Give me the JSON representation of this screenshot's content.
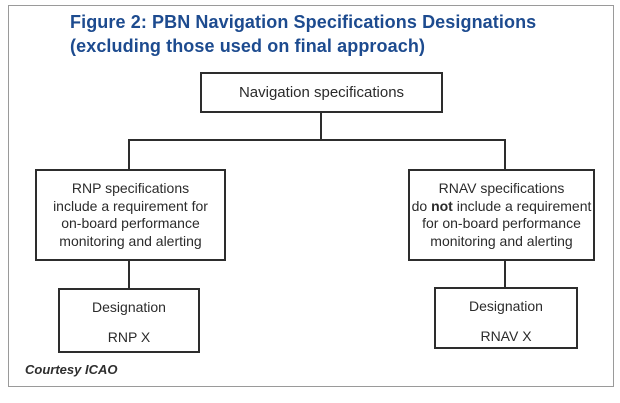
{
  "figure": {
    "title_line1": "Figure 2: PBN Navigation Specifications Designations",
    "title_line2": "(excluding those used on final approach)",
    "credit": "Courtesy ICAO"
  },
  "flowchart": {
    "root": {
      "label": "Navigation specifications"
    },
    "rnp_branch": {
      "lines": [
        "RNP specifications",
        "include a requirement for",
        "on-board performance",
        "monitoring and alerting"
      ]
    },
    "rnav_branch": {
      "line1": "RNAV specifications",
      "line2_pre": "do ",
      "line2_bold": "not",
      "line2_post": " include a requirement",
      "line3": "for on-board performance",
      "line4": "monitoring and alerting"
    },
    "rnp_designation": {
      "title": "Designation",
      "value": "RNP X"
    },
    "rnav_designation": {
      "title": "Designation",
      "value": "RNAV X"
    }
  },
  "colors": {
    "title_blue": "#1d4b8f",
    "box_border": "#2d2d2d",
    "box_text": "#2b2b2b",
    "frame_border": "#9a9a9a",
    "background": "#ffffff"
  }
}
